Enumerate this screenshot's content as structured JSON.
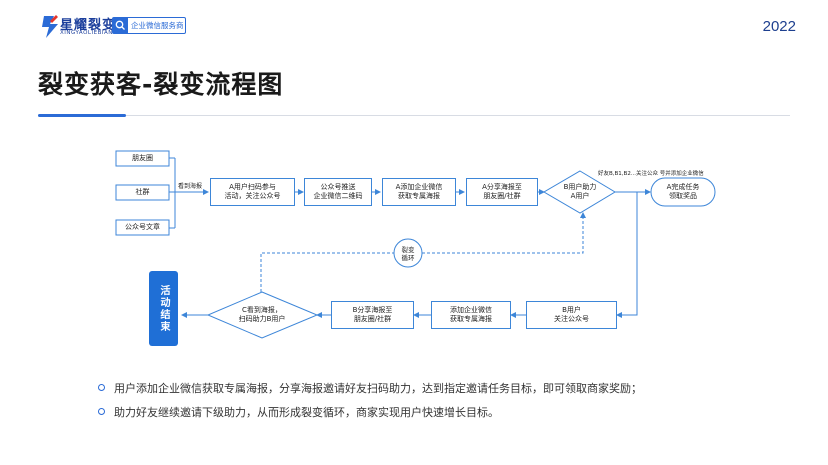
{
  "header": {
    "brand_name": "星耀裂变",
    "brand_sub": "XINGYAOLIEBIAN",
    "tag_text": "企业微信服务商",
    "year": "2022",
    "accent_color": "#2b6bd6"
  },
  "page_title": "裂变获客-裂变流程图",
  "flow": {
    "sources": [
      "朋友圈",
      "社群",
      "公众号文章"
    ],
    "edge_see_poster": "看到海报",
    "step1": "A用户扫码参与\n活动，关注公众号",
    "step2": "公众号推送\n企业微信二维码",
    "step3": "A添加企业微信\n获取专属海报",
    "step4": "A分享海报至\n朋友圈/社群",
    "decision_a": "B用户助力\nA用户",
    "edge_note": "好友B,B1,B2...关注公众\n号并添加企业微信",
    "result_a": "A完成任务\n领取奖品",
    "loop_label": "裂变\n循环",
    "step5": "B用户\n关注公众号",
    "step6": "添加企业微信\n获取专属海报",
    "step7": "B分享海报至\n朋友圈/社群",
    "decision_c": "C看到海报，\n扫码助力B用户",
    "end_label": "活动结束"
  },
  "bullets": [
    "用户添加企业微信获取专属海报，分享海报邀请好友扫码助力，达到指定邀请任务目标，即可领取商家奖励；",
    "助力好友继续邀请下级助力，从而形成裂变循环，商家实现用户快速增长目标。"
  ]
}
